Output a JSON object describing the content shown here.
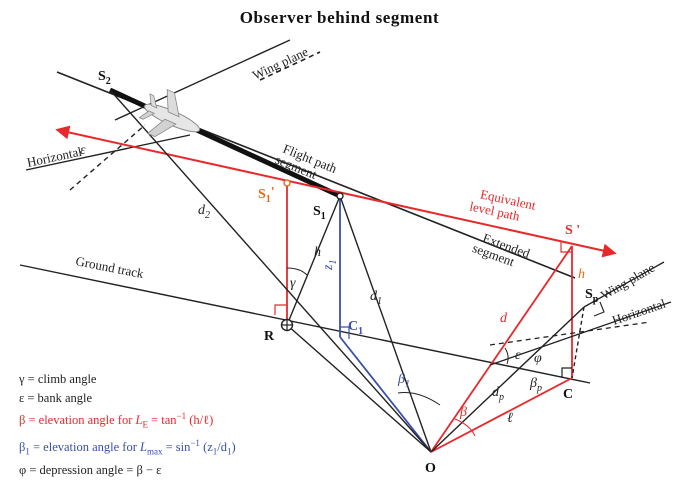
{
  "title": "Observer behind segment",
  "points": {
    "s2": "S",
    "s2_sub": "2",
    "s1": "S",
    "s1_sub": "1",
    "s1_prime": "S",
    "s1_prime_sub": "1",
    "s1_prime_mark": "'",
    "s_prime": "S '",
    "sp": "S",
    "sp_sub": "p",
    "r": "R",
    "c1": "C",
    "c1_sub": "1",
    "c": "C",
    "o": "O"
  },
  "labels": {
    "wing_plane_top": "Wing plane",
    "wing_plane_right": "Wing plane",
    "horizontal_left": "Horizontal",
    "horizontal_right": "Horizontal",
    "flight_path_line1": "Flight path",
    "flight_path_line2": "segment",
    "equivalent_line1": "Equivalent",
    "equivalent_line2": "level path",
    "extended_line1": "Extended",
    "extended_line2": "segment",
    "ground_track": "Ground track"
  },
  "symbols": {
    "d2": "d",
    "d2_sub": "2",
    "d1": "d",
    "d1_sub": "1",
    "d": "d",
    "dp": "d",
    "dp_sub": "p",
    "z1": "z",
    "z1_sub": "1",
    "h_left": "h",
    "h_right": "h",
    "gamma": "γ",
    "epsilon_left": "ε",
    "epsilon_right": "ε",
    "phi": "φ",
    "beta": "β",
    "beta1": "β",
    "beta1_sub": "1",
    "betap": "β",
    "betap_sub": "p",
    "ell": "ℓ"
  },
  "legend": {
    "gamma": "γ = climb angle",
    "epsilon": "ε = bank angle",
    "beta_prefix": "β = elevation angle for ",
    "beta_L": "L",
    "beta_L_sub": "E",
    "beta_suffix": " = tan",
    "beta_sup": "−1",
    "beta_arg": " (h/ℓ)",
    "beta1_prefix": "β",
    "beta1_sub": "1",
    "beta1_mid": " = elevation angle for ",
    "beta1_L": "L",
    "beta1_L_sub": "max",
    "beta1_suffix": " = sin",
    "beta1_sup": "−1",
    "beta1_arg": " (z",
    "beta1_arg_sub": "1",
    "beta1_arg_end": "/d",
    "beta1_arg_sub2": "1",
    "beta1_close": ")",
    "phi": "φ = depression angle = β − ε"
  },
  "colors": {
    "red": "#e8282a",
    "blue": "#3a4fa8",
    "orange": "#e56a1c",
    "black": "#222222"
  }
}
